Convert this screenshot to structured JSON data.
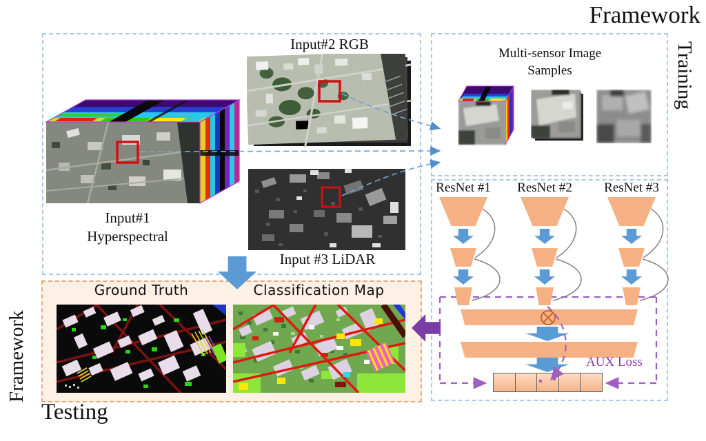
{
  "titles": {
    "framework_top": "Framework",
    "training_side": "Training",
    "framework_side": "Framework",
    "testing_bottom": "Testing"
  },
  "inputs": {
    "input1": {
      "label_line1": "Input#1",
      "label_line2": "Hyperspectral"
    },
    "input2": {
      "label": "Input#2 RGB"
    },
    "input3": {
      "label": "Input #3 LiDAR"
    }
  },
  "samples": {
    "title_line1": "Multi-sensor Image",
    "title_line2": "Samples"
  },
  "resnets": [
    {
      "label": "ResNet #1"
    },
    {
      "label": "ResNet #2"
    },
    {
      "label": "ResNet #3"
    }
  ],
  "fusion": {
    "otimes_symbol": "⊗",
    "aux_loss_label": "AUX Loss",
    "output_cells": 5
  },
  "testing": {
    "ground_truth_label": "Ground Truth",
    "classification_map_label": "Classification Map"
  },
  "colors": {
    "box_blue": "#a9c9e9",
    "arrow_blue": "#5b9bd5",
    "block_orange": "#f5b183",
    "big_purple": "#7a3da6",
    "purple_dashed": "#9d5fc0",
    "salmon_dashed": "#f0a57c",
    "peach_fill": "#fdf0e4",
    "roi_red": "#d01010"
  }
}
